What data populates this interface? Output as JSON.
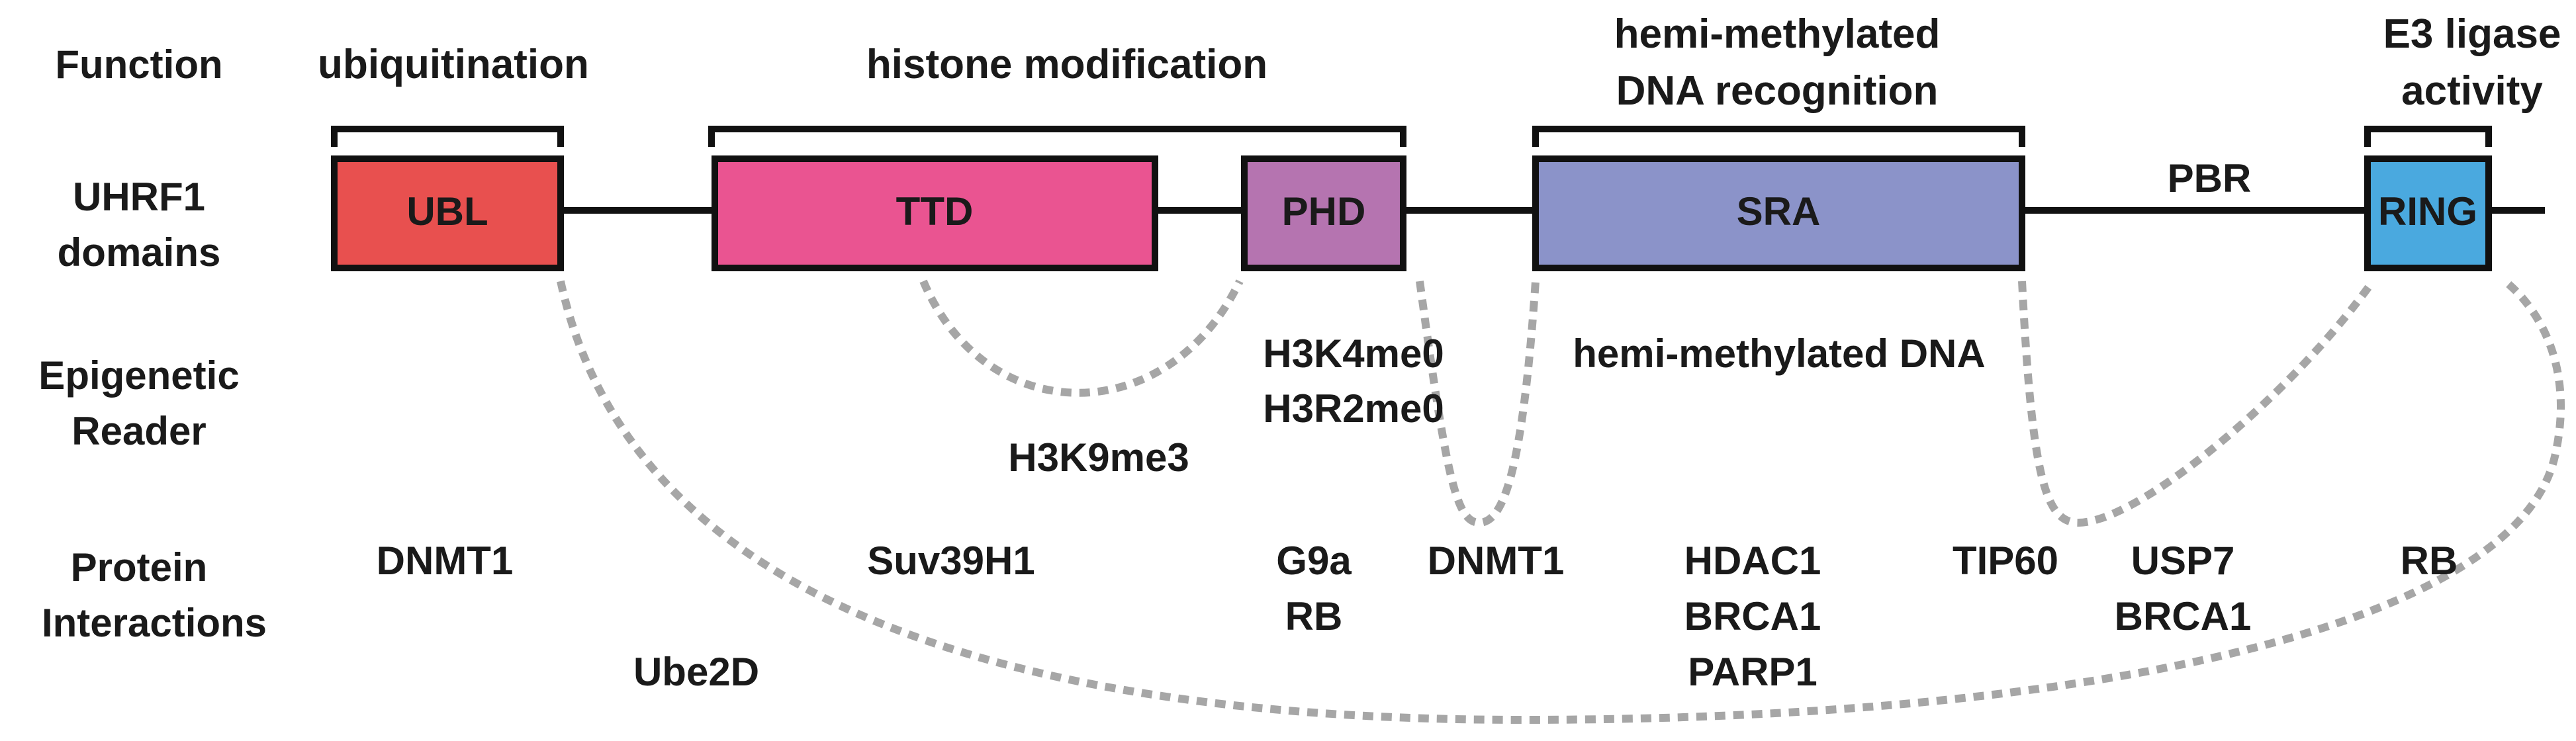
{
  "row_labels": {
    "function": "Function",
    "domains": [
      "UHRF1",
      "domains"
    ],
    "reader": [
      "Epigenetic",
      "Reader"
    ],
    "interactions": [
      "Protein",
      "Interactions"
    ]
  },
  "functions": {
    "ubiquitination": "ubiquitination",
    "histone": "histone modification",
    "hemi": [
      "hemi-methylated",
      "DNA recognition"
    ],
    "e3": [
      "E3 ligase",
      "activity"
    ]
  },
  "domains": {
    "ubl": {
      "label": "UBL",
      "color": "#e8504f"
    },
    "ttd": {
      "label": "TTD",
      "color": "#ea5491"
    },
    "phd": {
      "label": "PHD",
      "color": "#b574b0"
    },
    "sra": {
      "label": "SRA",
      "color": "#8b93c9"
    },
    "pbr": {
      "label": "PBR"
    },
    "ring": {
      "label": "RING",
      "color": "#4aa9df"
    }
  },
  "readers": {
    "h3k9me3": "H3K9me3",
    "h3k4": [
      "H3K4me0",
      "H3R2me0"
    ],
    "hemi_dna": "hemi-methylated DNA"
  },
  "interactions": {
    "dnmt1_ubl": "DNMT1",
    "ube2d": "Ube2D",
    "suv39h1": "Suv39H1",
    "phd_partners": [
      "G9a",
      "RB"
    ],
    "dnmt1_sra": "DNMT1",
    "sra_partners": [
      "HDAC1",
      "BRCA1",
      "PARP1"
    ],
    "tip60": "TIP60",
    "pbr_partners": [
      "USP7",
      "BRCA1"
    ],
    "rb_ring": "RB"
  }
}
